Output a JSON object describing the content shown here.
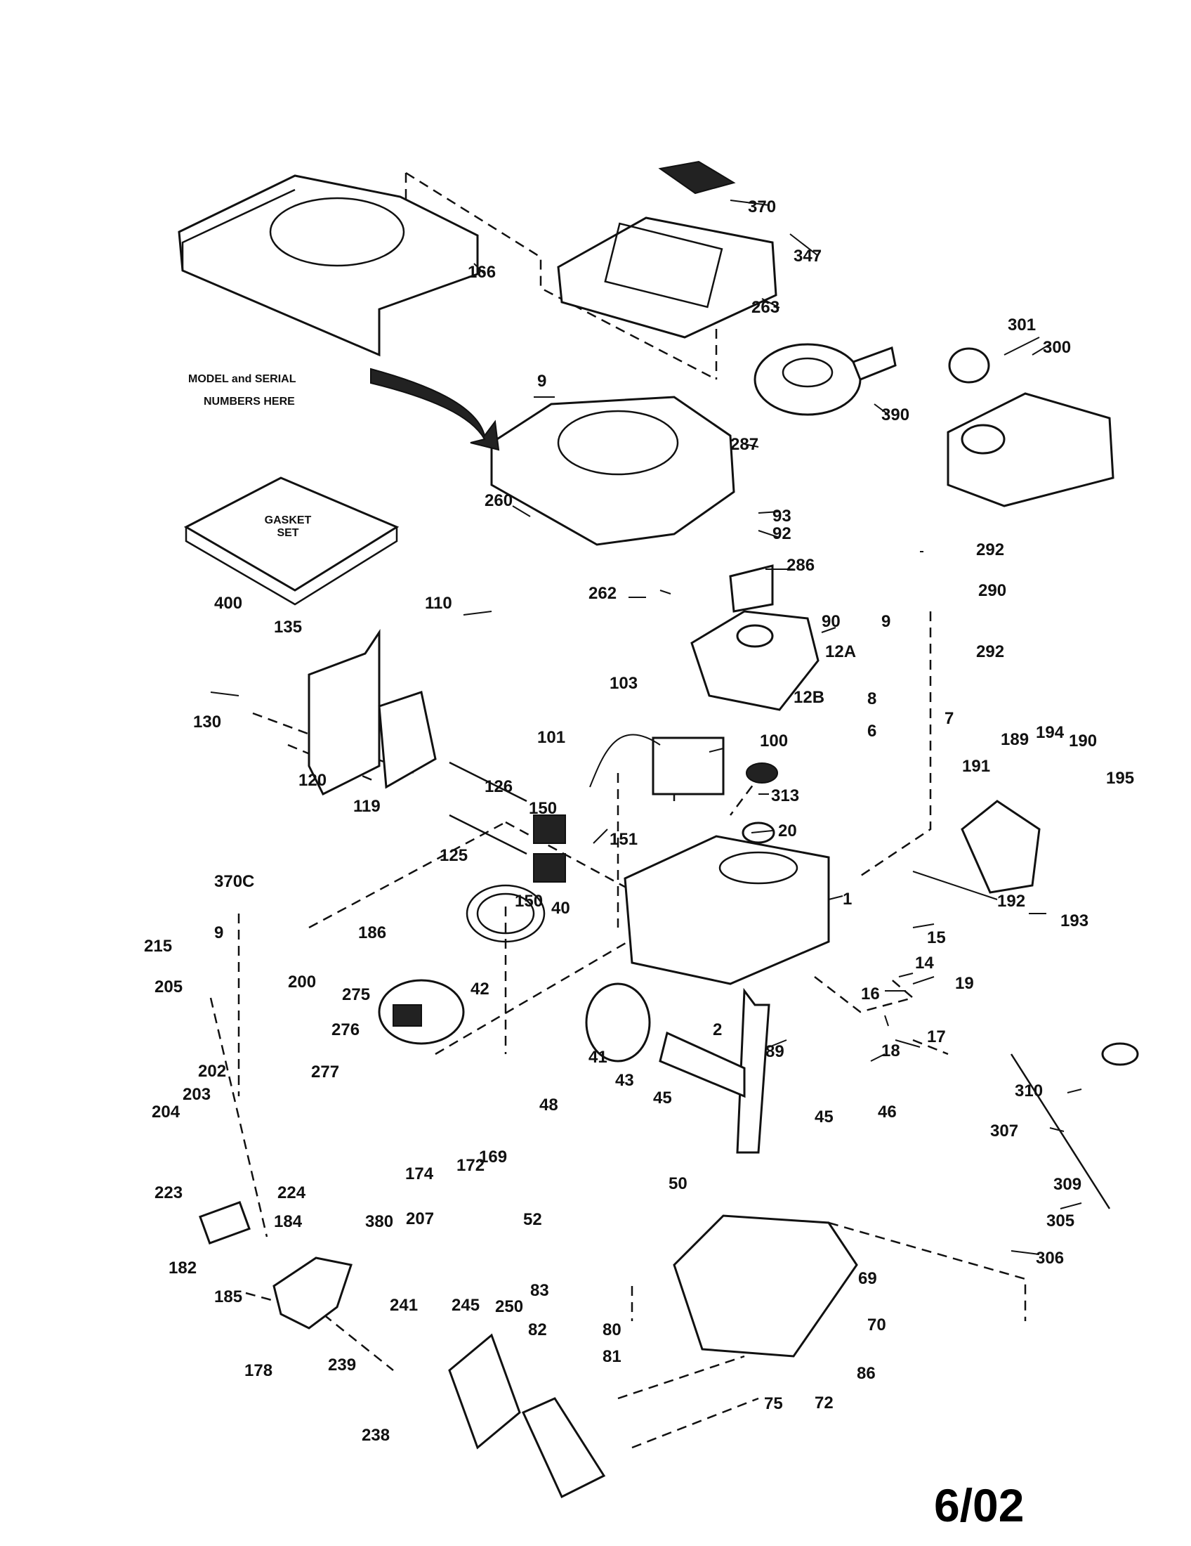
{
  "model_note": [
    "MODEL and SERIAL",
    "NUMBERS HERE"
  ],
  "gasket_set": [
    "GASKET",
    "SET"
  ],
  "date_code": "6/02",
  "labels": [
    "370",
    "347",
    "166",
    "263",
    "301",
    "300",
    "9",
    "390",
    "287",
    "260",
    "93",
    "92",
    "286",
    "262",
    "110",
    "400",
    "135",
    "90",
    "9",
    "12A",
    "292",
    "290",
    "292",
    "12B",
    "7",
    "8",
    "6",
    "103",
    "130",
    "120",
    "119",
    "126",
    "101",
    "100",
    "189",
    "194",
    "190",
    "313",
    "150",
    "191",
    "195",
    "20",
    "151",
    "125",
    "1",
    "150",
    "370C",
    "40",
    "192",
    "193",
    "186",
    "9",
    "215",
    "200",
    "275",
    "42",
    "15",
    "14",
    "19",
    "205",
    "16",
    "276",
    "2",
    "17",
    "41",
    "89",
    "18",
    "202",
    "277",
    "43",
    "45",
    "203",
    "204",
    "48",
    "46",
    "169",
    "45",
    "310",
    "307",
    "172",
    "50",
    "174",
    "309",
    "223",
    "224",
    "52",
    "305",
    "207",
    "184",
    "380",
    "306",
    "182",
    "185",
    "69",
    "83",
    "241",
    "245",
    "250",
    "70",
    "82",
    "80",
    "81",
    "178",
    "239",
    "86",
    "72",
    "75",
    "238"
  ]
}
